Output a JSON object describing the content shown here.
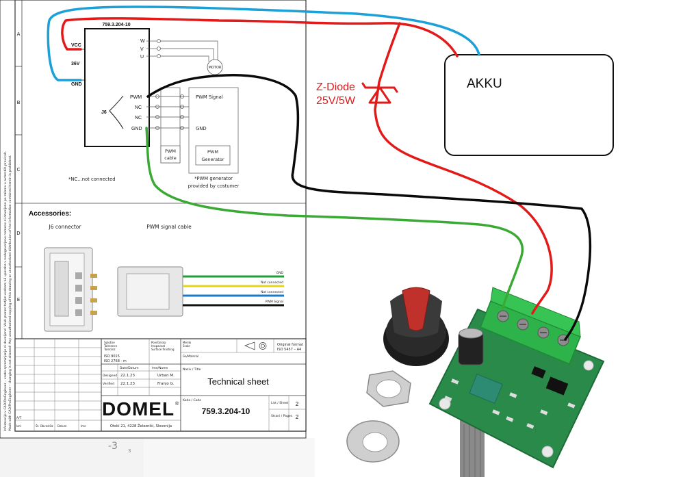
{
  "sheet": {
    "zones": [
      "A",
      "B",
      "C",
      "D",
      "E"
    ],
    "side_text_1": "Informacije v CAD/ProEngineer – vsako spreminjanje ni dovoljeno! Vsak prenos tretjim osebam ali uporaba v nedogovorjene namene ni dovoljena po zakonu o avtorskih pravicah.",
    "side_text_2": "Made with CAD/ProEngineer – changing is not allowed! Any unauthorized copying of this drawing or unauthorized distribution of the information contained herein is prohibited.",
    "part_number_top": "759.3.204-10",
    "vcc_label": "VCC",
    "voltage_label": "36V",
    "gnd_label": "GND",
    "motor_pins": [
      "W",
      "V",
      "U"
    ],
    "motor_label": "MOTOR",
    "j6_label": "J6",
    "j6_pins": [
      "PWM",
      "NC",
      "NC",
      "GND"
    ],
    "pwm_signal": "PWM Signal",
    "gnd_out": "GND",
    "pwm_cable_l1": "PWM",
    "pwm_cable_l2": "cable",
    "pwm_gen_l1": "PWM",
    "pwm_gen_l2": "Generator",
    "nc_note": "*NC...not connected",
    "gen_note_l1": "*PWM generator",
    "gen_note_l2": "provided by costumer",
    "accessories": "Accessories:",
    "j6_connector": "J6 connector",
    "pwm_signal_cable": "PWM signal cable",
    "cable_wires": [
      "GND",
      "Not connected",
      "Not connected",
      "PWM Signal"
    ],
    "tb_cells": {
      "tolerance_l1": "Splošne",
      "tolerance_l2": "Tolerance",
      "tolerance_l3": "Toleranz",
      "iso1": "ISO 9015",
      "iso2": "ISO 2768 - m",
      "surface_l1": "Površinska",
      "surface_l2": "hrapavost",
      "surface_l3": "Surface finishing",
      "scale_l1": "Merilo",
      "scale_l2": "Scale",
      "material": "Ga/Material",
      "orig_l1": "Original format",
      "orig_l2": "ISO 5457 – A4",
      "date_h": "Date/Datum",
      "name_h": "Ime/Name",
      "designed": "Designed",
      "verified": "Verified",
      "date1": "22.1.23",
      "date2": "22.1.23",
      "name1": "Urban M.",
      "name2": "Franjo G.",
      "title_cap": "Naziv / Title",
      "title": "Technical sheet",
      "code_cap": "Koda / Code",
      "code": "759.3.204-10",
      "sheet_cap": "List / Sheet",
      "sheet_val": "2",
      "pages_cap": "Strani / Pages",
      "pages_val": "2",
      "logo": "DOMEL",
      "logo_mark": "®",
      "address": "Otoki 21, 4228 Železniki, Slovenija",
      "rev": "A/T",
      "h1": "Izd.",
      "h2": "Št. Obvestila",
      "h3": "Datum",
      "h4": "Ime"
    },
    "page_number": "-3",
    "page_sub": "3"
  },
  "annotations": {
    "zdiode_l1": "Z-Diode",
    "zdiode_l2": "25V/5W",
    "akku": "AKKU"
  },
  "colors": {
    "red_wire": "#e21a1a",
    "blue_wire": "#1ca0d8",
    "black_wire": "#0a0a0a",
    "green_wire": "#3aaa35",
    "pcb": "#2a8a4a",
    "terminal": "#2db34a",
    "annotation_red": "#e21a1a"
  }
}
